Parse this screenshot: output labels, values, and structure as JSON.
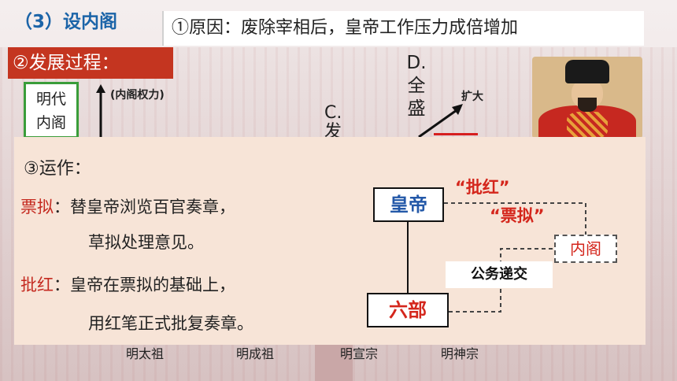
{
  "title": "（3）设内阁",
  "reason": "①原因：废除宰相后，皇帝工作压力成倍增加",
  "stage_label": "②发展过程：",
  "chart_top": {
    "box_label_lines": [
      "明代",
      "内阁"
    ],
    "axis_label": "(内阁权力)",
    "option_c_lines": [
      "C.",
      "发"
    ],
    "option_d_lines": [
      "D.",
      "全",
      "盛"
    ],
    "trend_label": "扩大"
  },
  "operation": {
    "title": "③运作：",
    "piaoni_key": "票拟",
    "piaoni_text_1": "：替皇帝浏览百官奏章，",
    "piaoni_text_2": "草拟处理意见。",
    "pihong_key": "批红",
    "pihong_text_1": "：皇帝在票拟的基础上，",
    "pihong_text_2": "用红笔正式批复奏章。"
  },
  "diagram": {
    "emperor": "皇帝",
    "ministries": "六部",
    "cabinet": "内阁",
    "pihong": "“批红”",
    "piaoni": "“票拟”",
    "office": "公务递交"
  },
  "emperors": [
    "明太祖",
    "明成祖",
    "明宣宗",
    "明神宗"
  ],
  "colors": {
    "title_blue": "#1b64a8",
    "stage_red": "#c43520",
    "key_red": "#c4291f",
    "box_green": "#3a9d3a",
    "panel": "#f7e4d7"
  }
}
